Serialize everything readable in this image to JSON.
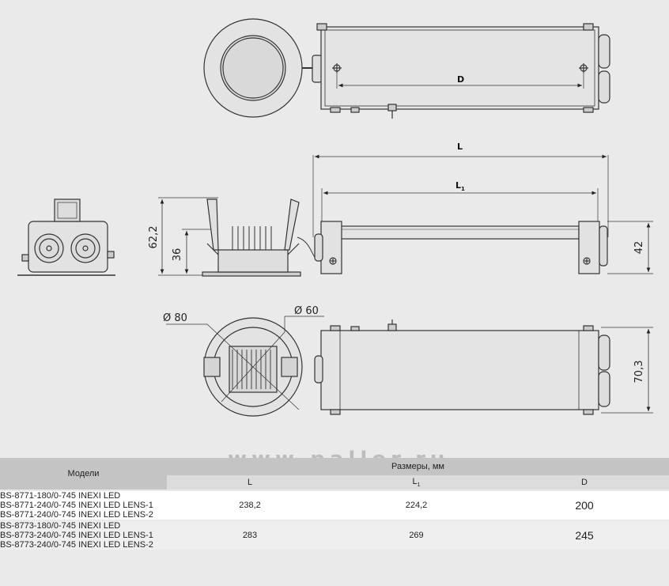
{
  "drawing": {
    "dimensions": {
      "D": "D",
      "L": "L",
      "L1_main": "L",
      "L1_sub": "1",
      "h62": "62,2",
      "h36": "36",
      "h42": "42",
      "h70": "70,3",
      "d80": "Ø 80",
      "d60": "Ø 60"
    }
  },
  "watermark": "www.pallor.ru",
  "table": {
    "models_header": "Модели",
    "group_header": "Размеры, мм",
    "col_L": "L",
    "col_L1_main": "L",
    "col_L1_sub": "1",
    "col_D": "D",
    "rows": [
      {
        "models": [
          "BS-8771-180/0-745 INEXI LED",
          "BS-8771-240/0-745 INEXI LED LENS-1",
          "BS-8771-240/0-745 INEXI LED LENS-2"
        ],
        "L": "238,2",
        "L1": "224,2",
        "D": "200"
      },
      {
        "models": [
          "BS-8773-180/0-745 INEXI LED",
          "BS-8773-240/0-745 INEXI LED LENS-1",
          "BS-8773-240/0-745 INEXI LED LENS-2"
        ],
        "L": "283",
        "L1": "269",
        "D": "245"
      }
    ]
  }
}
